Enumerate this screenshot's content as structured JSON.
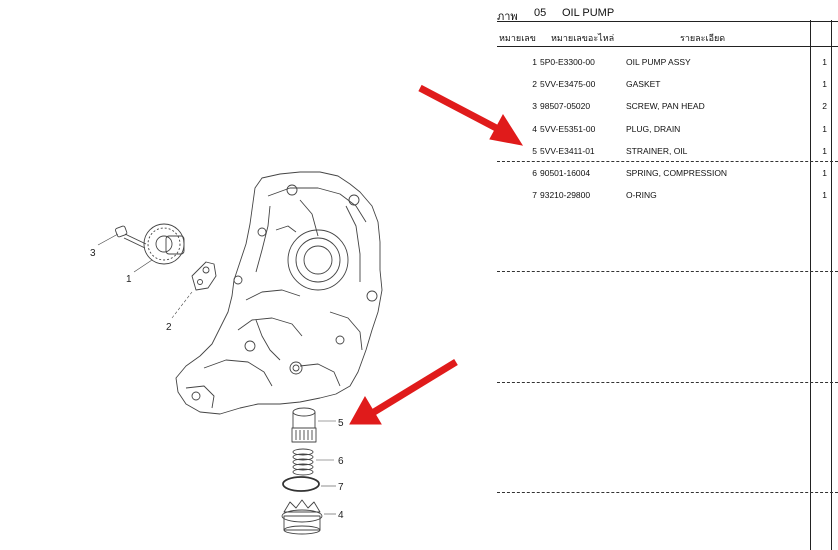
{
  "header": {
    "label": "ภาพ",
    "number": "05",
    "title": "OIL PUMP"
  },
  "columns": {
    "item_no": "หมายเลข",
    "part_no": "หมายเลขอะไหล่",
    "description": "รายละเอียด"
  },
  "parts": [
    {
      "no": "1",
      "part": "5P0-E3300-00",
      "desc": "OIL PUMP ASSY",
      "qty": "1"
    },
    {
      "no": "2",
      "part": "5VV-E3475-00",
      "desc": "GASKET",
      "qty": "1"
    },
    {
      "no": "3",
      "part": "98507-05020",
      "desc": "SCREW, PAN HEAD",
      "qty": "2"
    },
    {
      "no": "4",
      "part": "5VV-E5351-00",
      "desc": "PLUG, DRAIN",
      "qty": "1"
    },
    {
      "no": "5",
      "part": "5VV-E3411-01",
      "desc": "STRAINER, OIL",
      "qty": "1"
    },
    {
      "no": "6",
      "part": "90501-16004",
      "desc": "SPRING, COMPRESSION",
      "qty": "1"
    },
    {
      "no": "7",
      "part": "93210-29800",
      "desc": "O-RING",
      "qty": "1"
    }
  ],
  "diagram": {
    "callouts": [
      "1",
      "2",
      "3",
      "4",
      "5",
      "6",
      "7"
    ]
  },
  "colors": {
    "arrow": "#e01b1b",
    "line": "#222222"
  }
}
